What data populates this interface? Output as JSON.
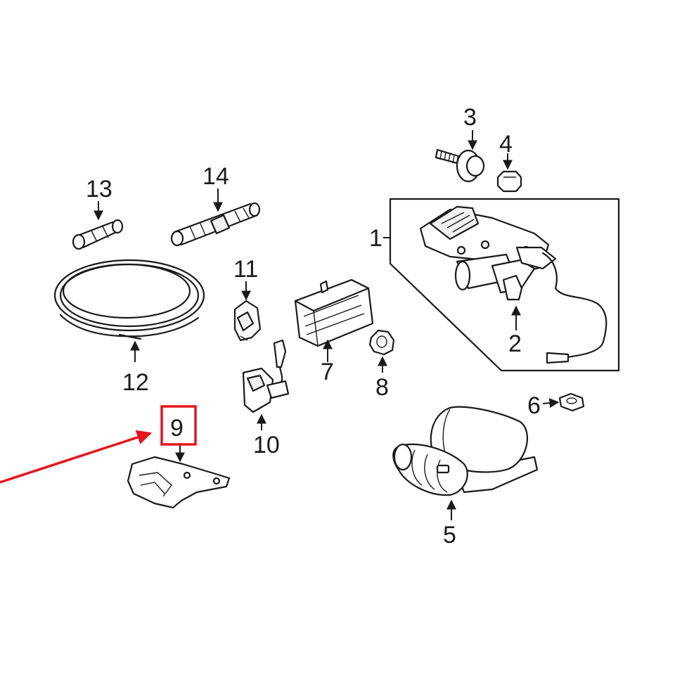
{
  "callouts": {
    "c1": "1",
    "c2": "2",
    "c3": "3",
    "c4": "4",
    "c5": "5",
    "c6": "6",
    "c7": "7",
    "c8": "8",
    "c9": "9",
    "c10": "10",
    "c11": "11",
    "c12": "12",
    "c13": "13",
    "c14": "14"
  },
  "highlight": {
    "color": "#e8141b",
    "target": "9"
  },
  "line_color": "#1a1a1a"
}
